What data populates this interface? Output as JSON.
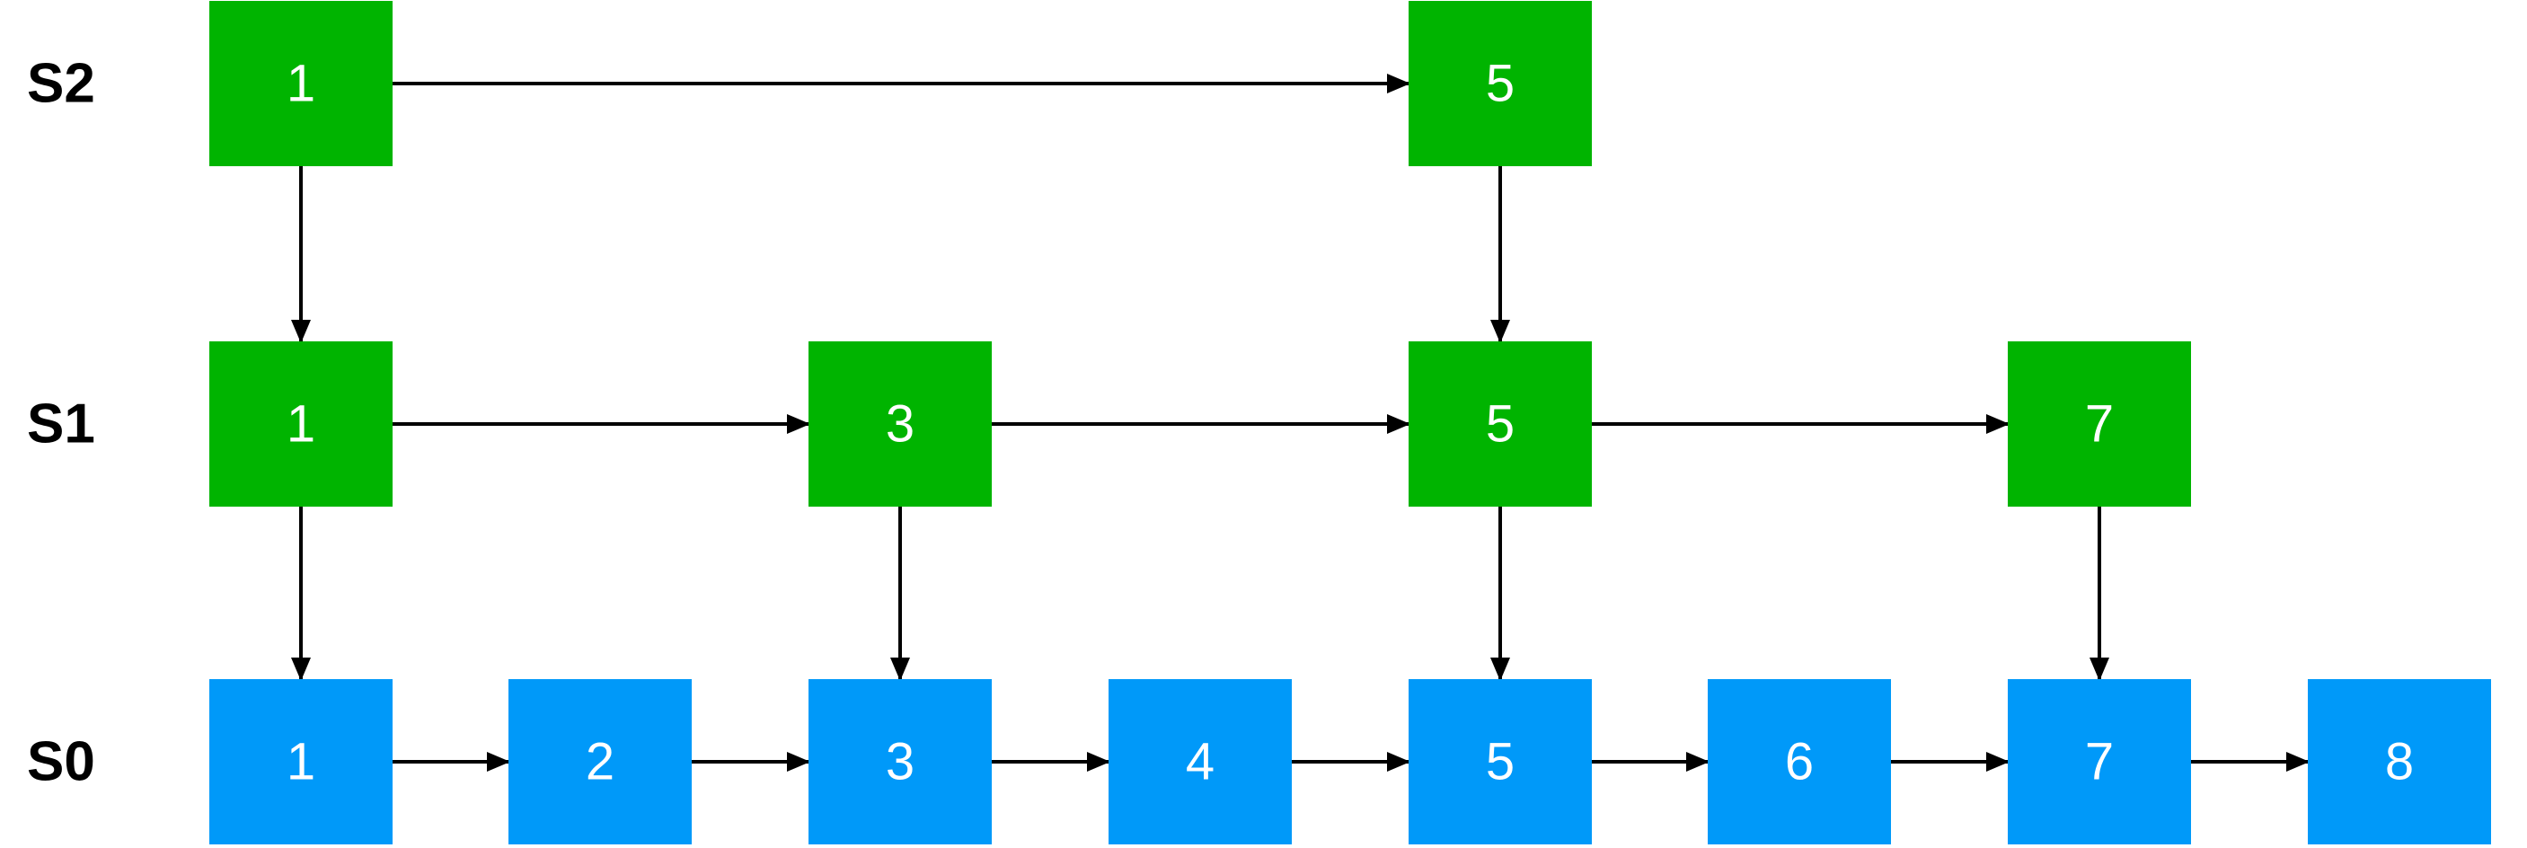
{
  "colors": {
    "index_node": "#00b400",
    "base_node": "#0099f9",
    "node_text": "#ffffff",
    "edge": "#000000"
  },
  "levels": [
    {
      "label": "S2",
      "nodes": [
        "1",
        "5"
      ]
    },
    {
      "label": "S1",
      "nodes": [
        "1",
        "3",
        "5",
        "7"
      ]
    },
    {
      "label": "S0",
      "nodes": [
        "1",
        "2",
        "3",
        "4",
        "5",
        "6",
        "7",
        "8"
      ]
    }
  ],
  "edges_horizontal": [
    {
      "level": "S2",
      "from": "1",
      "to": "5"
    },
    {
      "level": "S1",
      "from": "1",
      "to": "3"
    },
    {
      "level": "S1",
      "from": "3",
      "to": "5"
    },
    {
      "level": "S1",
      "from": "5",
      "to": "7"
    },
    {
      "level": "S0",
      "from": "1",
      "to": "2"
    },
    {
      "level": "S0",
      "from": "2",
      "to": "3"
    },
    {
      "level": "S0",
      "from": "3",
      "to": "4"
    },
    {
      "level": "S0",
      "from": "4",
      "to": "5"
    },
    {
      "level": "S0",
      "from": "5",
      "to": "6"
    },
    {
      "level": "S0",
      "from": "6",
      "to": "7"
    },
    {
      "level": "S0",
      "from": "7",
      "to": "8"
    }
  ],
  "edges_vertical": [
    {
      "node": "1",
      "from": "S2",
      "to": "S1"
    },
    {
      "node": "5",
      "from": "S2",
      "to": "S1"
    },
    {
      "node": "1",
      "from": "S1",
      "to": "S0"
    },
    {
      "node": "3",
      "from": "S1",
      "to": "S0"
    },
    {
      "node": "5",
      "from": "S1",
      "to": "S0"
    },
    {
      "node": "7",
      "from": "S1",
      "to": "S0"
    }
  ]
}
